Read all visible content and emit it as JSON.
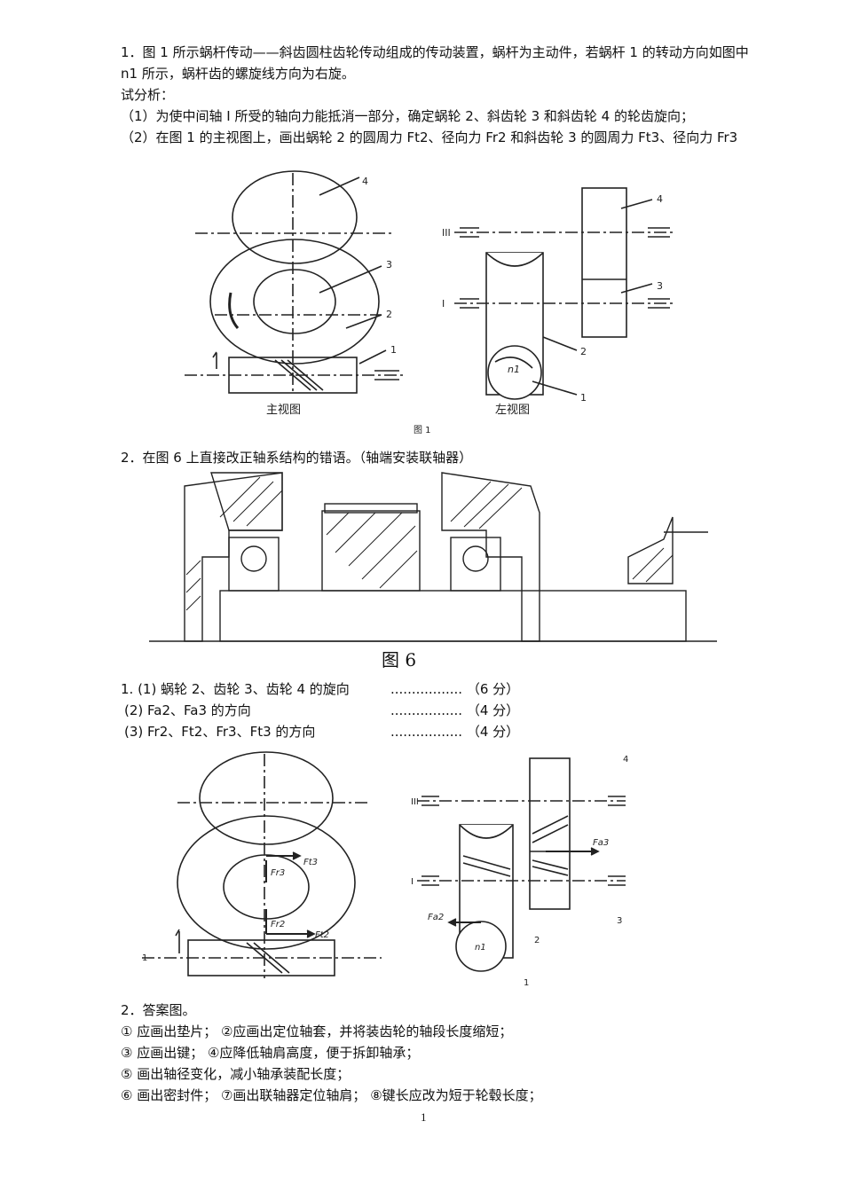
{
  "q1": {
    "line1": "1．图 1 所示蜗杆传动——斜齿圆柱齿轮传动组成的传动装置，蜗杆为主动件，若蜗杆 1 的转动方向如图中",
    "line2": "n1 所示，蜗杆齿的螺旋线方向为右旋。",
    "line3": "试分析：",
    "line4": "（1）为使中间轴 I 所受的轴向力能抵消一部分，确定蜗轮 2、斜齿轮 3 和斜齿轮 4 的轮齿旋向；",
    "line5": "（2）在图 1 的主视图上，画出蜗轮 2 的圆周力 Ft2、径向力 Fr2 和斜齿轮 3 的圆周力 Ft3、径向力 Fr3"
  },
  "fig1": {
    "front_label": "主视图",
    "side_label": "左视图",
    "caption": "图 1",
    "labels": [
      "1",
      "2",
      "3",
      "4",
      "I",
      "III",
      "n1"
    ]
  },
  "q2": {
    "line1": "2．在图 6 上直接改正轴系结构的错语。（轴端安装联轴器）"
  },
  "fig6": {
    "caption": "图 6"
  },
  "answers": {
    "a1": "1. (1) 蜗轮 2、齿轮 3、齿轮 4 的旋向",
    "a1_dots": "................. （6 分）",
    "a2": "(2) Fa2、Fa3 的方向",
    "a2_dots": "................. （4 分）",
    "a3": "(3) Fr2、Ft2、Fr3、Ft3 的方向",
    "a3_dots": "................. （4 分）"
  },
  "fig_ans": {
    "labels": [
      "1",
      "2",
      "3",
      "4",
      "I",
      "III",
      "n1",
      "Ft3",
      "Fr3",
      "Fr2",
      "Ft2",
      "Fa3",
      "Fa2"
    ]
  },
  "ans2": {
    "title": "2．答案图。",
    "l1": "① 应画出垫片；    ②应画出定位轴套，并将装齿轮的轴段长度缩短；",
    "l2": "③ 应画出键；     ④应降低轴肩高度，便于拆卸轴承；",
    "l3": "⑤ 画出轴径变化，减小轴承装配长度；",
    "l4": "⑥ 画出密封件；    ⑦画出联轴器定位轴肩；  ⑧键长应改为短于轮毂长度；"
  },
  "page_number": "1"
}
